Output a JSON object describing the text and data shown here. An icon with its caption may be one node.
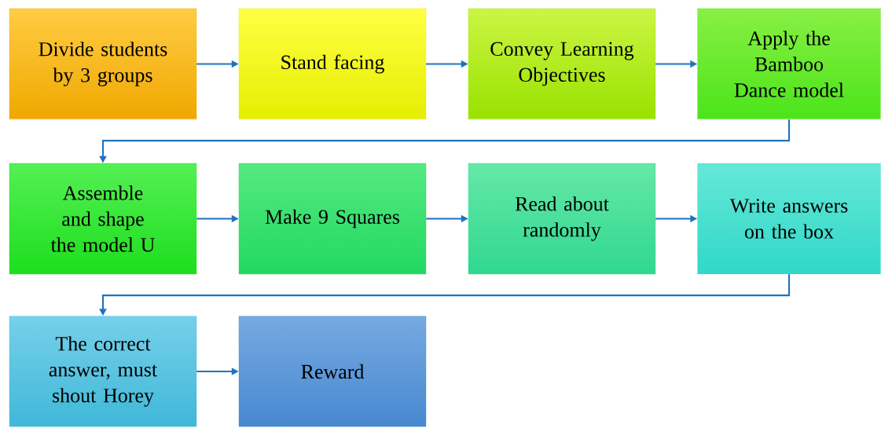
{
  "diagram": {
    "nodes": [
      {
        "text": [
          "Divide students by 3 groups"
        ]
      },
      {
        "text": [
          "Stand facing"
        ]
      },
      {
        "text": [
          "Convey Learning Objectives"
        ]
      },
      {
        "text": [
          "Apply the Bamboo Dance model"
        ]
      },
      {
        "text": [
          "Assemble and shape the model U"
        ]
      },
      {
        "text": [
          "Make 9 Squares"
        ]
      },
      {
        "text": [
          "Read about randomly"
        ]
      },
      {
        "text": [
          "Write answers on the box"
        ]
      },
      {
        "text": [
          "The correct answer, must shout Horey"
        ]
      },
      {
        "text": [
          "Reward"
        ]
      }
    ],
    "edges": [
      {
        "from": 0,
        "to": 1,
        "arrow": "to"
      },
      {
        "from": 1,
        "to": 2,
        "arrow": "to"
      },
      {
        "from": 2,
        "to": 3,
        "arrow": "to"
      },
      {
        "from": 3,
        "to": 4,
        "arrow": "to"
      },
      {
        "from": 4,
        "to": 5,
        "arrow": "to"
      },
      {
        "from": 5,
        "to": 6,
        "arrow": "to"
      },
      {
        "from": 6,
        "to": 7,
        "arrow": "to"
      },
      {
        "from": 7,
        "to": 8,
        "arrow": "to"
      },
      {
        "from": 8,
        "to": 9,
        "arrow": "to"
      }
    ]
  }
}
